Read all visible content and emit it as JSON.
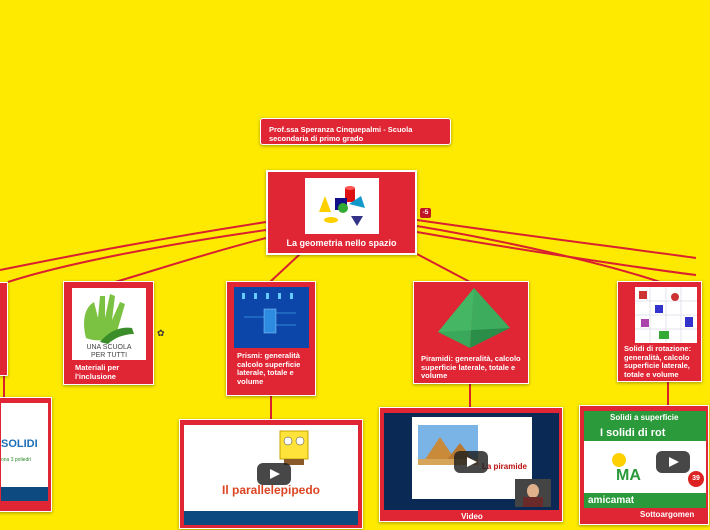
{
  "colors": {
    "background": "#fdea00",
    "node": "#e02535",
    "link": "#d9202f"
  },
  "author_note": {
    "text": "Prof.ssa Speranza Cinquepalmi  - Scuola secondaria di primo grado"
  },
  "central": {
    "title": "La geometria nello spazio",
    "collapse_badge": "-5",
    "image_labels": [
      "cubo",
      "cilindro",
      "cono",
      "sfera",
      "tronco",
      "piramide"
    ]
  },
  "branches": {
    "materiali": {
      "label": "Materiali per l'inclusione",
      "logo_line1": "UNA SCUOLA",
      "logo_line2": "PER TUTTI"
    },
    "prismi": {
      "label": "Prismi: generalità calcolo superficie laterale, totale e volume",
      "video_title": "Il parallelepipedo"
    },
    "piramidi": {
      "label": "Piramidi: generalità, calcolo superficie laterale, totale e volume",
      "video_title": "Video",
      "video_caption": "La piramide"
    },
    "rotazione": {
      "label": "Solidi di rotazione: generalità, calcolo superficie laterale, totale e volume",
      "video_line1": "Solidi a superficie",
      "video_line2": "I solidi di rot",
      "video_brand": "amicamat",
      "video_footer": "Sottoargomen",
      "video_badge": "39"
    },
    "left_partial": {
      "video_title": "SOLIDI",
      "video_sub": "ona 3 poliedri"
    }
  },
  "icons": {
    "play": "play-icon",
    "collapse": "collapse-badge-icon",
    "sparkle": "sparkle-icon"
  }
}
